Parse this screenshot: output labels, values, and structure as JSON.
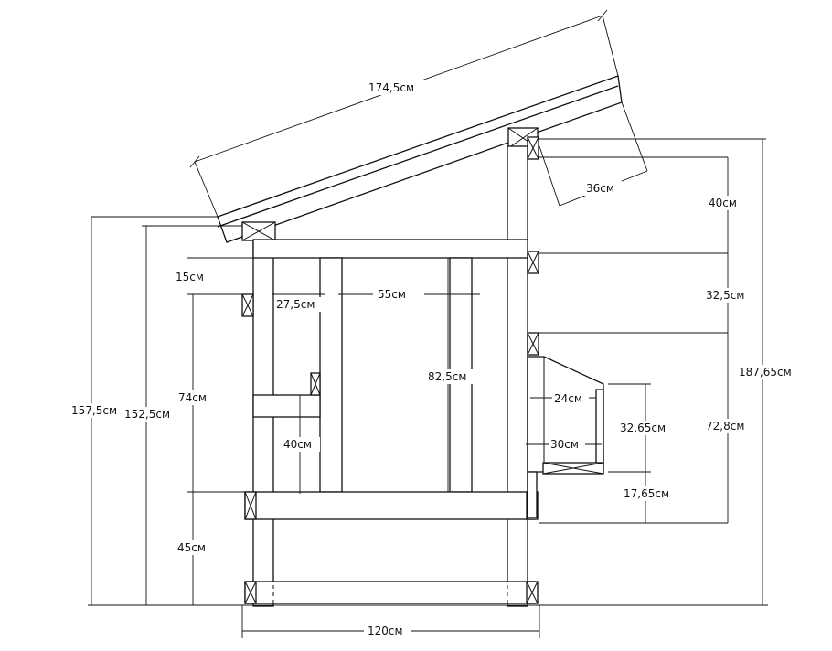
{
  "dimensions": {
    "roof_length": "174,5см",
    "roof_overhang": "36см",
    "top_gap": "40см",
    "upper_section": "32,5см",
    "right_lower": "72,8см",
    "total_height": "187,65см",
    "step_height": "32,65см",
    "step_top": "24см",
    "step_depth": "30см",
    "step_base": "17,65см",
    "top_offset": "15см",
    "left_offset": "27,5см",
    "door_width": "55см",
    "door_height": "82,5см",
    "window_height": "74см",
    "window_sill": "40см",
    "floor_height": "45см",
    "left_height_outer": "157,5см",
    "left_height_inner": "152,5см",
    "base_width": "120см"
  }
}
